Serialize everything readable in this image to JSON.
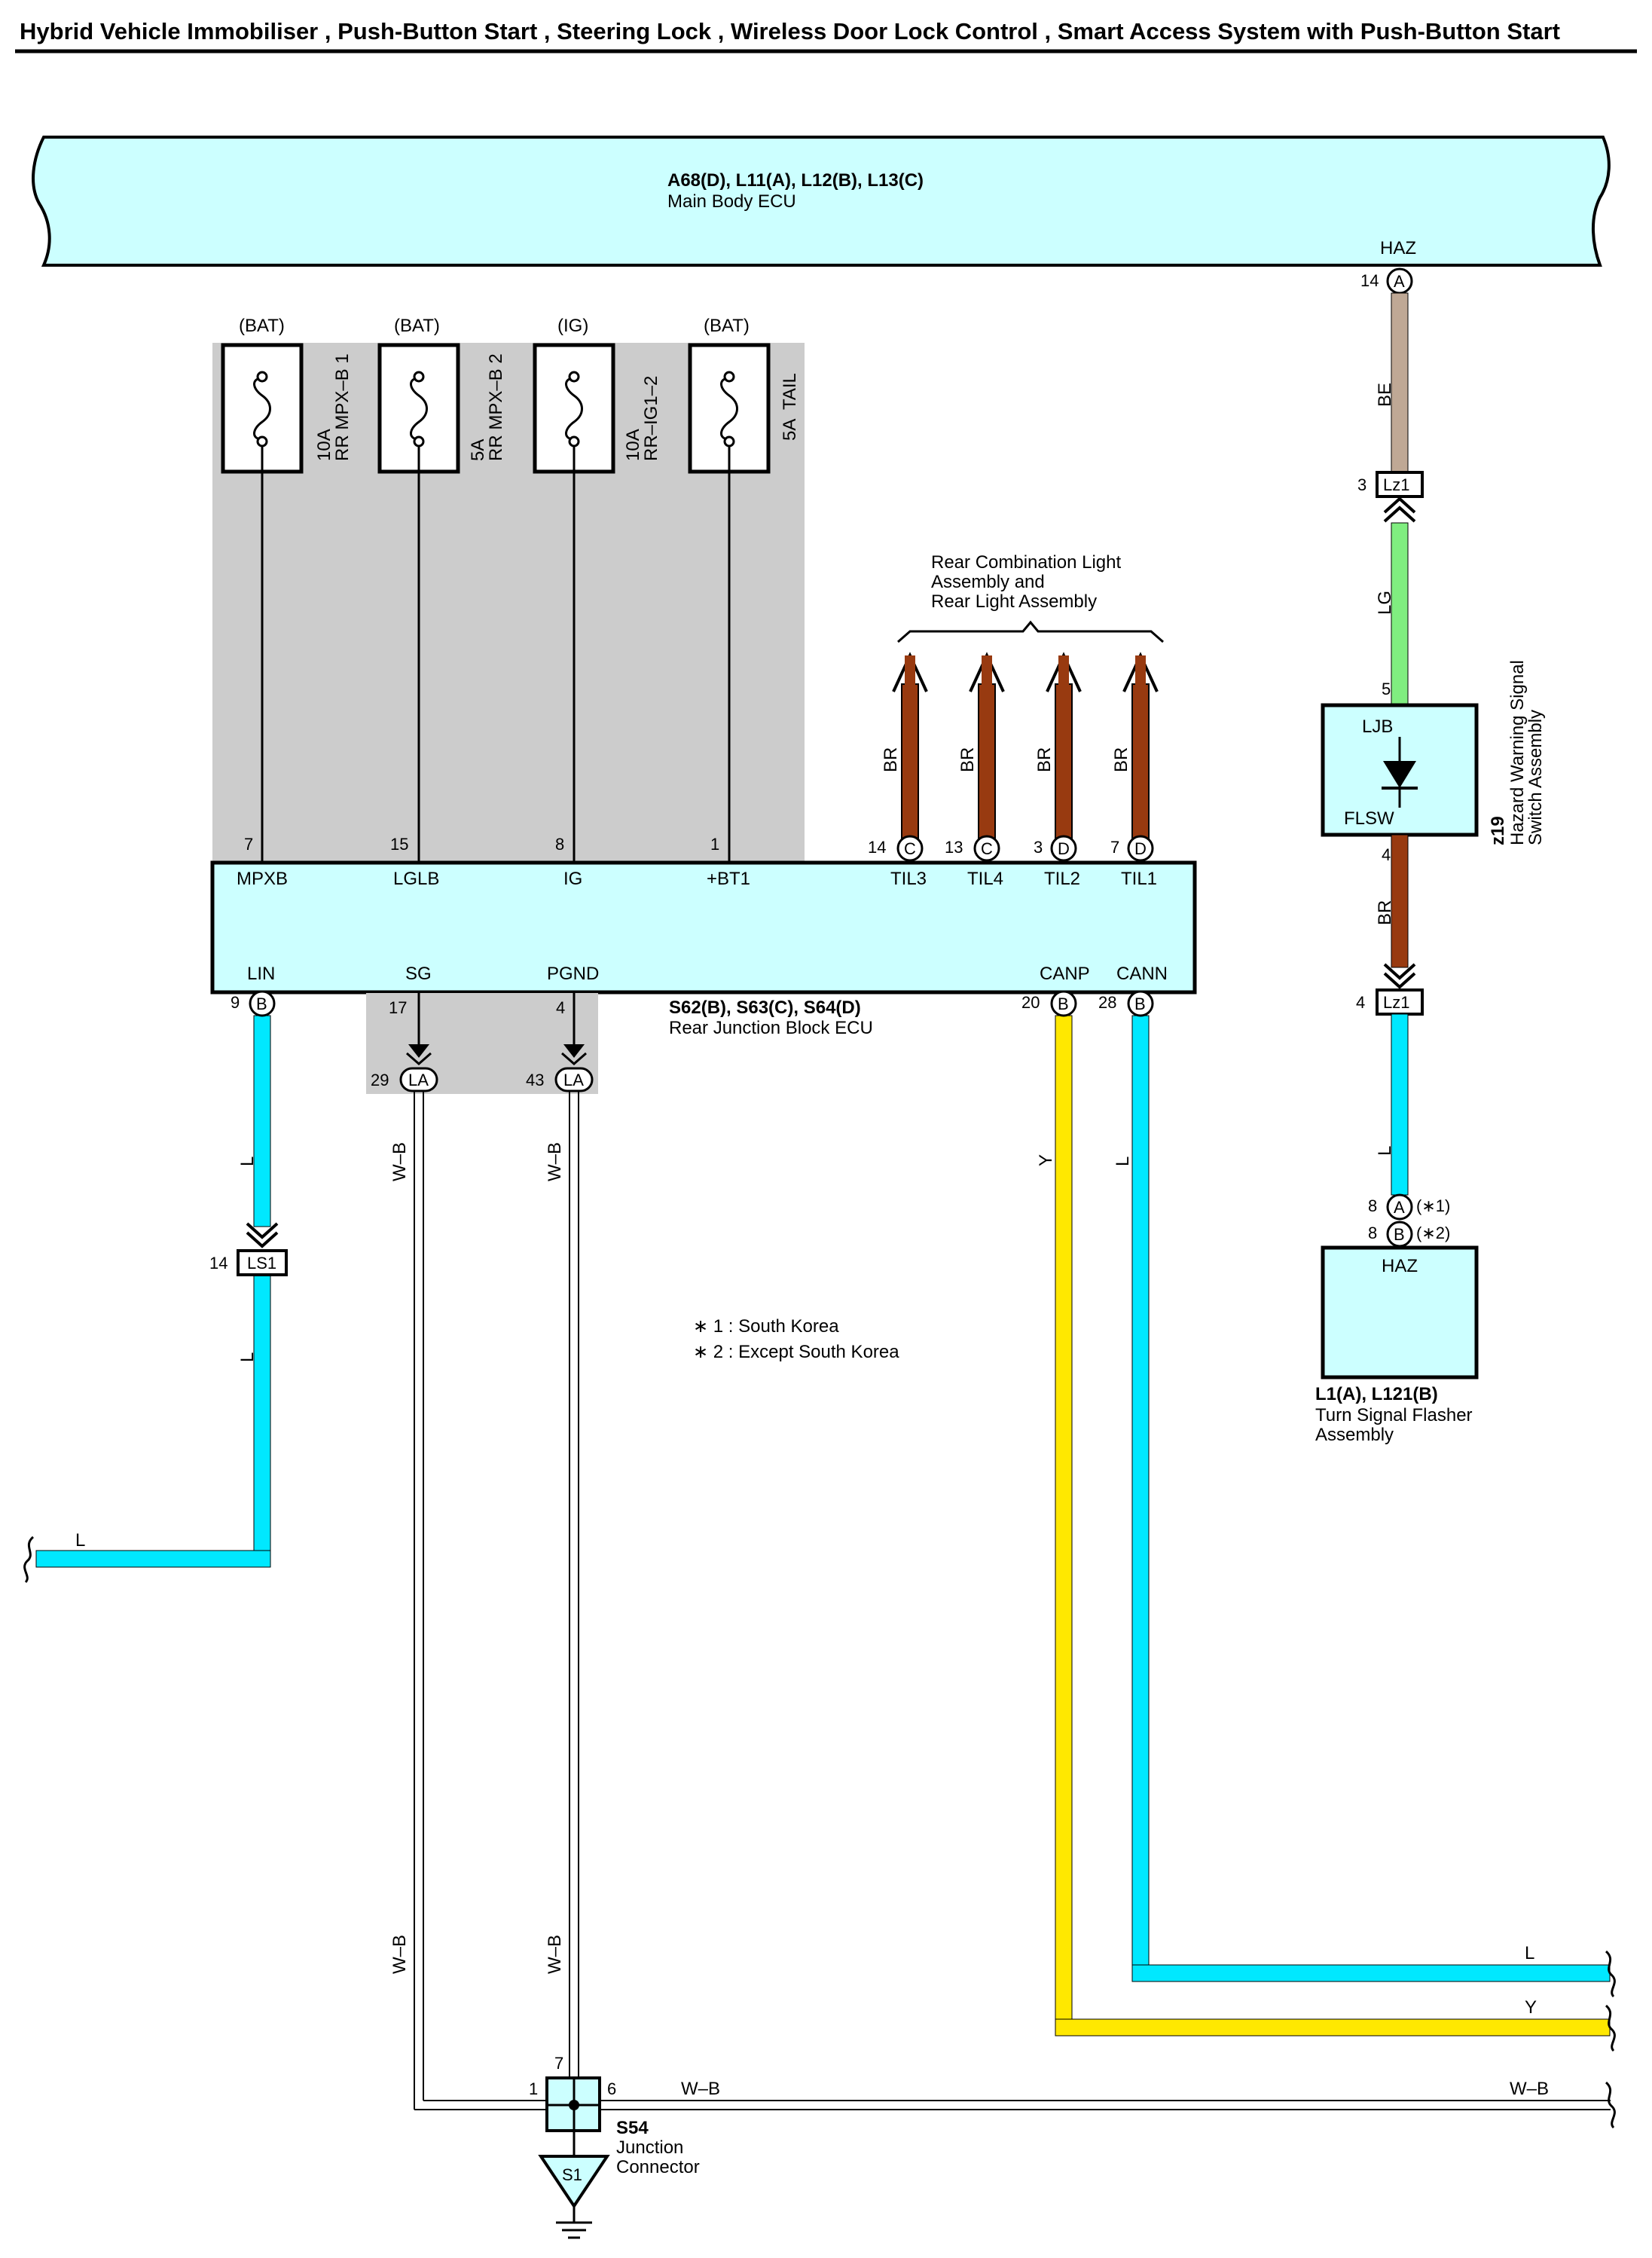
{
  "header": {
    "title": "Hybrid Vehicle Immobiliser , Push-Button Start , Steering Lock , Wireless Door Lock Control , Smart Access System with Push-Button Start"
  },
  "main_body_ecu": {
    "code": "A68(D), L11(A), L12(B), L13(C)",
    "name": "Main Body ECU",
    "terminal": "HAZ",
    "pin_number": "14",
    "pin_letter": "A"
  },
  "fuses": [
    {
      "source": "(BAT)",
      "rating": "10A",
      "name": "RR MPX–B 1",
      "pin": "7",
      "terminal": "MPXB"
    },
    {
      "source": "(BAT)",
      "rating": "5A",
      "name": "RR MPX–B 2",
      "pin": "15",
      "terminal": "LGLB"
    },
    {
      "source": "(IG)",
      "rating": "10A",
      "name": "RR–IG1–2",
      "pin": "8",
      "terminal": "IG"
    },
    {
      "source": "(BAT)",
      "rating": "5A",
      "name": "TAIL",
      "pin": "1",
      "terminal": "+BT1"
    }
  ],
  "rear_lights": {
    "label_line1": "Rear Combination Light",
    "label_line2": "Assembly and",
    "label_line3": "Rear Light Assembly",
    "wire_color": "BR",
    "pins": [
      {
        "number": "14",
        "letter": "C",
        "terminal": "TIL3"
      },
      {
        "number": "13",
        "letter": "C",
        "terminal": "TIL4"
      },
      {
        "number": "3",
        "letter": "D",
        "terminal": "TIL2"
      },
      {
        "number": "7",
        "letter": "D",
        "terminal": "TIL1"
      }
    ]
  },
  "rjb_ecu": {
    "code": "S62(B), S63(C), S64(D)",
    "name": "Rear Junction Block ECU",
    "bottom_pins": [
      {
        "number": "9",
        "letter": "B",
        "terminal": "LIN"
      },
      {
        "number": "17",
        "terminal": "SG"
      },
      {
        "number": "4",
        "terminal": "PGND"
      },
      {
        "number": "20",
        "letter": "B",
        "terminal": "CANP"
      },
      {
        "number": "28",
        "letter": "B",
        "terminal": "CANN"
      }
    ]
  },
  "connectors": {
    "la1": {
      "number": "29",
      "name": "LA"
    },
    "la2": {
      "number": "43",
      "name": "LA"
    },
    "ls1": {
      "number": "14",
      "name": "LS1"
    },
    "lz1_top": {
      "number": "3",
      "name": "Lz1"
    },
    "lz1_bottom": {
      "number": "4",
      "name": "Lz1"
    }
  },
  "hazard_switch": {
    "code": "z19",
    "name_line1": "Hazard Warning Signal",
    "name_line2": "Switch Assembly",
    "pin_top": "5",
    "pin_bottom": "4",
    "terminal_top": "LJB",
    "terminal_bottom": "FLSW"
  },
  "flasher": {
    "code": "L1(A), L121(B)",
    "name_line1": "Turn Signal Flasher",
    "name_line2": "Assembly",
    "terminal": "HAZ",
    "pin_a_number": "8",
    "pin_a_letter": "A",
    "pin_a_note": "(∗1)",
    "pin_b_number": "8",
    "pin_b_letter": "B",
    "pin_b_note": "(∗2)"
  },
  "notes": {
    "note1": "∗ 1 : South Korea",
    "note2": "∗ 2 : Except South Korea"
  },
  "wires": {
    "be": "BE",
    "lg": "LG",
    "br": "BR",
    "l": "L",
    "y": "Y",
    "wb": "W–B"
  },
  "junction": {
    "code": "S54",
    "name_line1": "Junction",
    "name_line2": "Connector",
    "pin_left": "1",
    "pin_right": "6",
    "pin_top": "7",
    "ground": "S1"
  },
  "colors": {
    "component_fill": "#ccffff",
    "fuse_box_fill": "#cccccc",
    "wire_be": "#bfa895",
    "wire_lg": "#80ee80",
    "wire_br": "#983a10",
    "wire_l": "#00e8ff",
    "wire_y": "#ffe800"
  }
}
